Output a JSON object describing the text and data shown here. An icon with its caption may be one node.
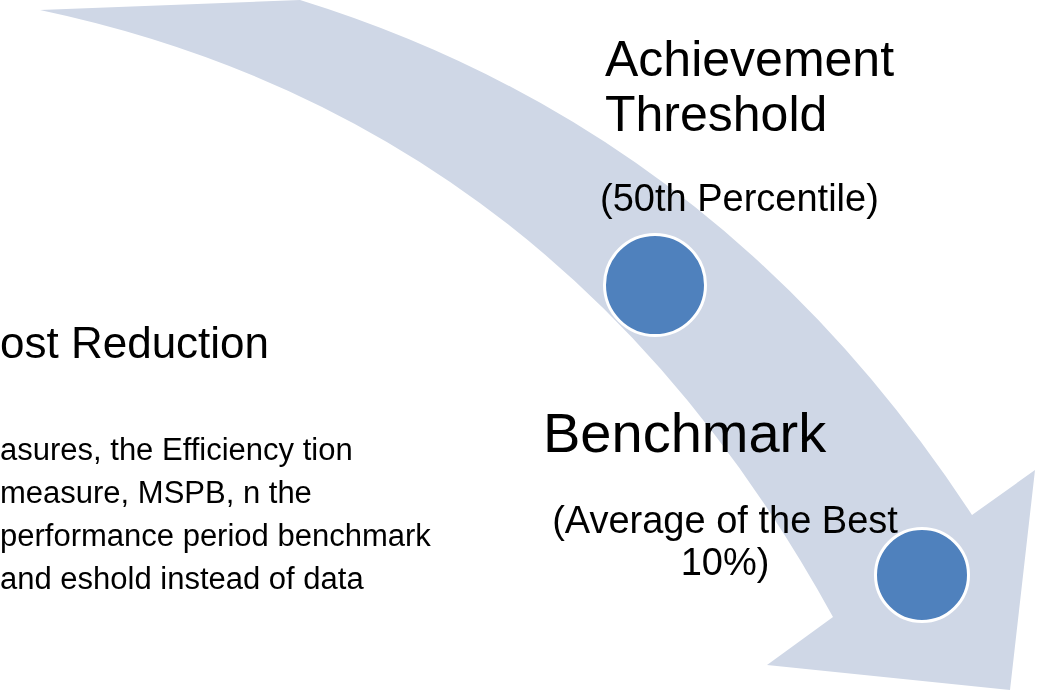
{
  "diagram": {
    "nodes": [
      {
        "text": [],
        "shape": "circle",
        "beside": [
          "Achievement Threshold",
          "(50th Percentile)"
        ]
      },
      {
        "text": [],
        "shape": "circle",
        "beside": [
          "Benchmark",
          "(Average of the Best 10%)"
        ]
      }
    ],
    "labels": [
      "ost Reduction",
      "asures, the Efficiency tion measure, MSPB, n the performance period benchmark and eshold instead of data"
    ]
  }
}
